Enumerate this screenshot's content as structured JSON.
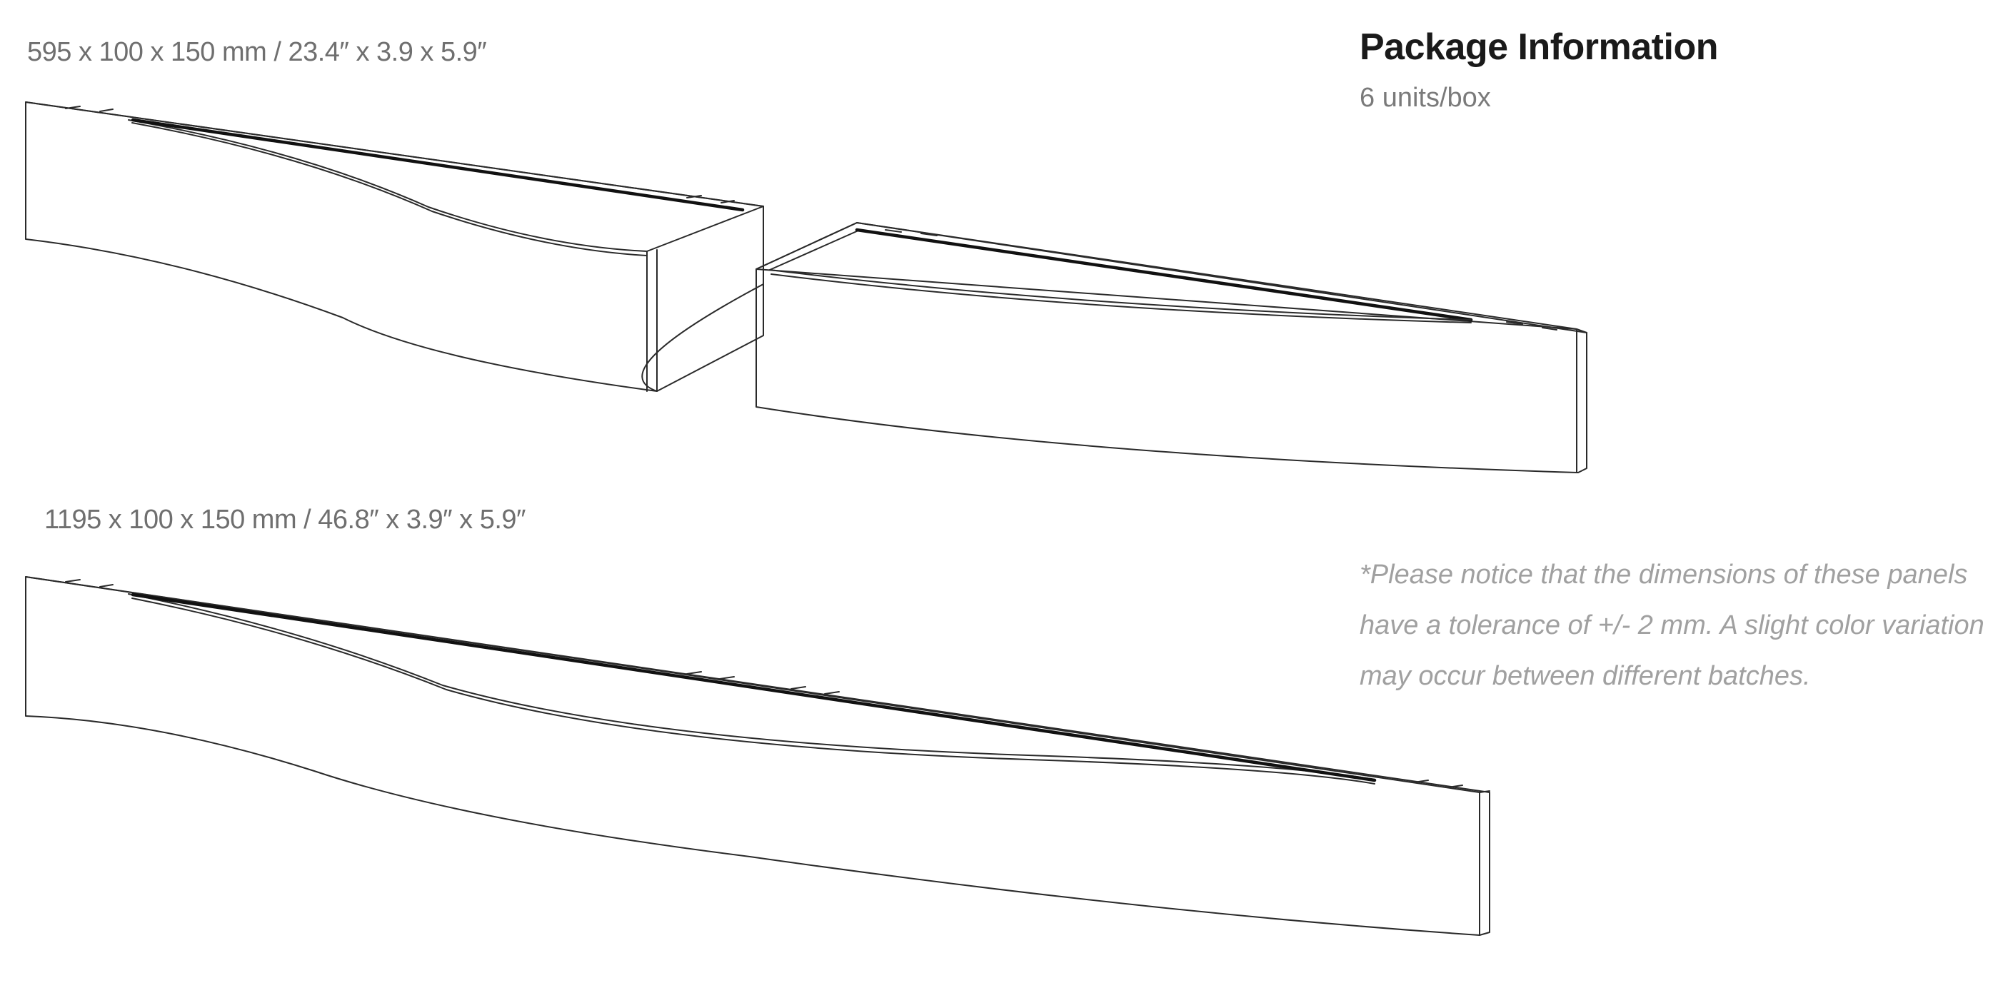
{
  "panels": {
    "short_dimensions": "595 x 100 x 150 mm / 23.4″ x 3.9 x 5.9″",
    "long_dimensions": "1195 x 100 x 150 mm / 46.8″ x 3.9″ x 5.9″"
  },
  "package": {
    "title": "Package Information",
    "units": "6 units/box"
  },
  "note": {
    "line1": "*Please notice that the dimensions of these panels",
    "line2": "have a tolerance of +/- 2 mm. A slight color variation",
    "line3": "may occur between different batches."
  }
}
